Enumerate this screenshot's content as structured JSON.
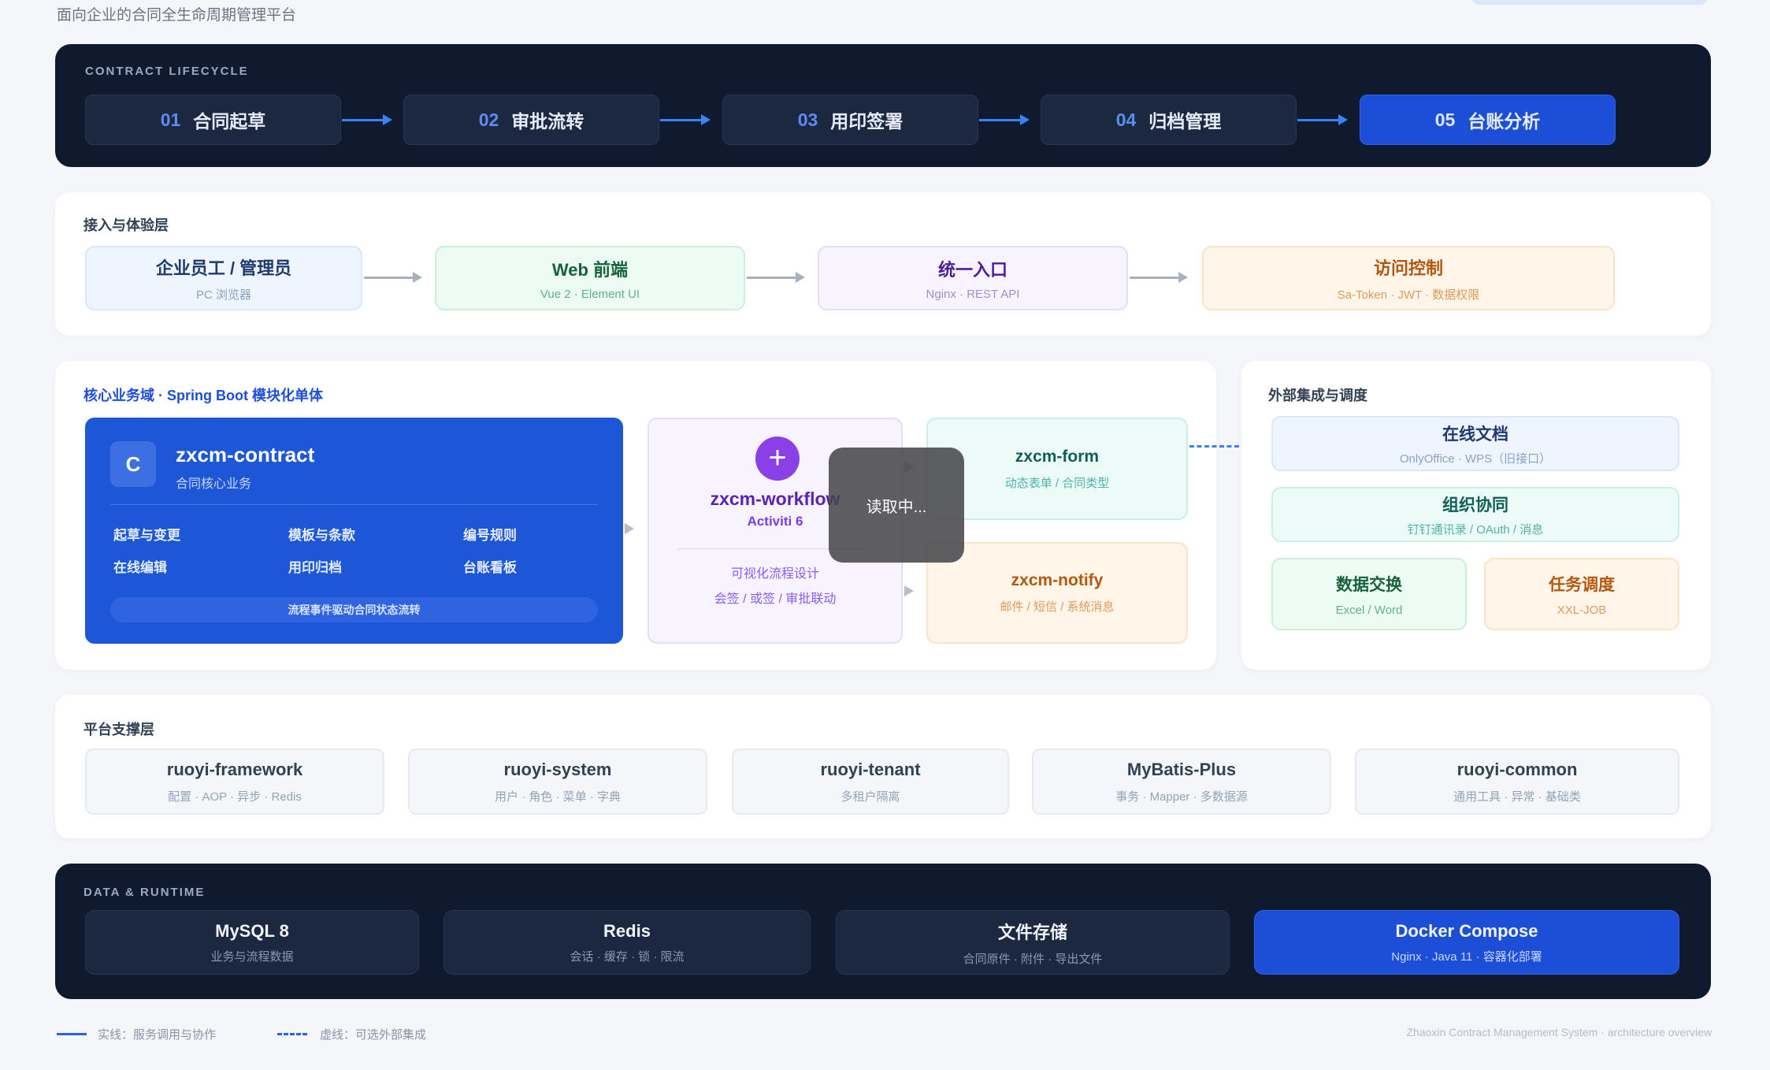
{
  "subtitle": "面向企业的合同全生命周期管理平台",
  "lifecycle": {
    "label": "CONTRACT LIFECYCLE",
    "steps": [
      {
        "num": "01",
        "label": "合同起草"
      },
      {
        "num": "02",
        "label": "审批流转"
      },
      {
        "num": "03",
        "label": "用印签署"
      },
      {
        "num": "04",
        "label": "归档管理"
      },
      {
        "num": "05",
        "label": "台账分析"
      }
    ],
    "active_step": "05"
  },
  "access": {
    "label": "接入与体验层",
    "boxes": [
      {
        "title": "企业员工 / 管理员",
        "sub": "PC 浏览器"
      },
      {
        "title": "Web 前端",
        "sub": "Vue 2 · Element UI"
      },
      {
        "title": "统一入口",
        "sub": "Nginx · REST API"
      },
      {
        "title": "访问控制",
        "sub": "Sa-Token · JWT · 数据权限"
      }
    ]
  },
  "core": {
    "label": "核心业务域 · Spring Boot 模块化单体",
    "contract": {
      "badge": "C",
      "title": "zxcm-contract",
      "sub": "合同核心业务",
      "items": [
        "起草与变更",
        "模板与条款",
        "编号规则",
        "在线编辑",
        "用印归档",
        "台账看板"
      ],
      "bar": "流程事件驱动合同状态流转"
    },
    "workflow": {
      "icon": "+",
      "title": "zxcm-workflow",
      "sub": "Activiti 6",
      "line1": "可视化流程设计",
      "line2": "会签 / 或签 / 审批联动"
    },
    "form": {
      "title": "zxcm-form",
      "sub": "动态表单 / 合同类型"
    },
    "notify": {
      "title": "zxcm-notify",
      "sub": "邮件 / 短信 / 系统消息"
    },
    "loading_text": "读取中..."
  },
  "external": {
    "label": "外部集成与调度",
    "online_doc": {
      "title": "在线文档",
      "sub": "OnlyOffice · WPS（旧接口）"
    },
    "org": {
      "title": "组织协同",
      "sub": "钉钉通讯录 / OAuth / 消息"
    },
    "data_exchange": {
      "title": "数据交换",
      "sub": "Excel / Word"
    },
    "scheduler": {
      "title": "任务调度",
      "sub": "XXL-JOB"
    }
  },
  "platform": {
    "label": "平台支撑层",
    "boxes": [
      {
        "title": "ruoyi-framework",
        "sub": "配置 · AOP · 异步 · Redis"
      },
      {
        "title": "ruoyi-system",
        "sub": "用户 · 角色 · 菜单 · 字典"
      },
      {
        "title": "ruoyi-tenant",
        "sub": "多租户隔离"
      },
      {
        "title": "MyBatis-Plus",
        "sub": "事务 · Mapper · 多数据源"
      },
      {
        "title": "ruoyi-common",
        "sub": "通用工具 · 异常 · 基础类"
      }
    ]
  },
  "runtime": {
    "label": "DATA & RUNTIME",
    "boxes": [
      {
        "title": "MySQL 8",
        "sub": "业务与流程数据"
      },
      {
        "title": "Redis",
        "sub": "会话 · 缓存 · 锁 · 限流"
      },
      {
        "title": "文件存储",
        "sub": "合同原件 · 附件 · 导出文件"
      },
      {
        "title": "Docker Compose",
        "sub": "Nginx · Java 11 · 容器化部署"
      }
    ]
  },
  "legend": {
    "solid": "实线：服务调用与协作",
    "dashed": "虚线：可选外部集成"
  },
  "footer": "Zhaoxin Contract Management System · architecture overview",
  "colors": {
    "dark_band": "#0f1a2e",
    "accent_blue": "#1d4ed8",
    "workflow_purple": "#8b3fe6",
    "form_teal": "#ecfbf8",
    "notify_orange": "#fff5e8"
  }
}
